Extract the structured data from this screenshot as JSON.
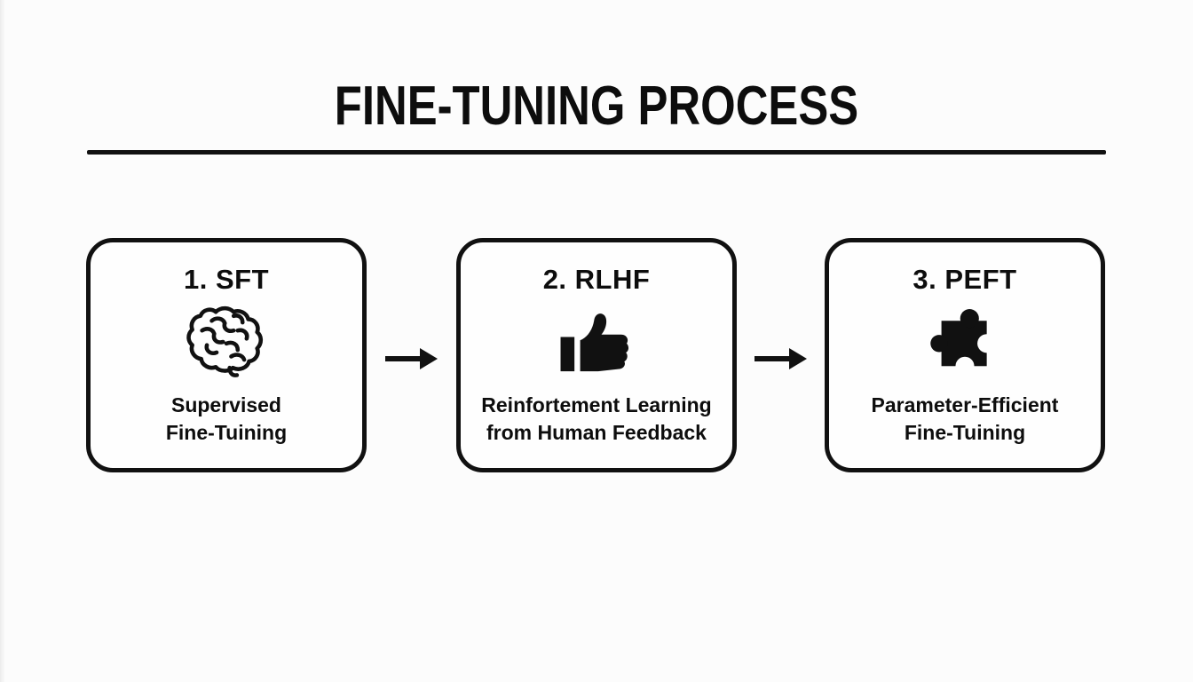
{
  "title": "FINE-TUNING PROCESS",
  "colors": {
    "ink": "#111111",
    "background": "#fcfcfc",
    "box_background": "#fefefe"
  },
  "steps": [
    {
      "heading": "1. SFT",
      "icon": "brain-icon",
      "label_line1": "Supervised",
      "label_line2": "Fine-Tuining"
    },
    {
      "heading": "2. RLHF",
      "icon": "thumbs-up-icon",
      "label_line1": "Reinfortement Learning",
      "label_line2": "from Human Feedback"
    },
    {
      "heading": "3. PEFT",
      "icon": "puzzle-piece-icon",
      "label_line1": "Parameter-Efficient",
      "label_line2": "Fine-Tuining"
    }
  ],
  "connectors": [
    {
      "icon": "arrow-right-icon"
    },
    {
      "icon": "arrow-right-icon"
    }
  ]
}
